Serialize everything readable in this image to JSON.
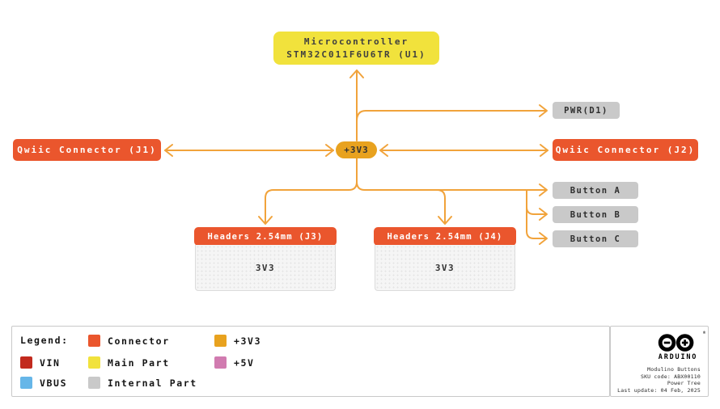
{
  "colors": {
    "wire": "#F1A33B",
    "connector": "#EA562D",
    "main_part": "#F1E23C",
    "internal_part": "#C9C9C9",
    "rail_3v3": "#E8A21F",
    "vin": "#C22A1E",
    "vbus": "#66B6E8",
    "rail_5v": "#D17BB0"
  },
  "nodes": {
    "microcontroller": {
      "line1": "Microcontroller",
      "line2": "STM32C011F6U6TR (U1)"
    },
    "rail": {
      "label": "+3V3"
    },
    "pwr": {
      "label": "PWR(D1)"
    },
    "qwiic_j1": {
      "label": "Qwiic Connector (J1)"
    },
    "qwiic_j2": {
      "label": "Qwiic Connector (J2)"
    },
    "button_a": {
      "label": "Button A"
    },
    "button_b": {
      "label": "Button B"
    },
    "button_c": {
      "label": "Button C"
    },
    "headers_j3": {
      "title": "Headers 2.54mm (J3)",
      "rail": "3V3"
    },
    "headers_j4": {
      "title": "Headers 2.54mm (J4)",
      "rail": "3V3"
    }
  },
  "legend": {
    "title": "Legend:",
    "items": [
      {
        "label": "Connector",
        "color": "#EA562D"
      },
      {
        "label": "VIN",
        "color": "#C22A1E"
      },
      {
        "label": "VBUS",
        "color": "#66B6E8"
      },
      {
        "label": "Main Part",
        "color": "#F1E23C"
      },
      {
        "label": "Internal Part",
        "color": "#C9C9C9"
      },
      {
        "label": "+3V3",
        "color": "#E8A21F"
      },
      {
        "label": "+5V",
        "color": "#D17BB0"
      }
    ]
  },
  "footer": {
    "brand": "ARDUINO",
    "registered_mark": "®",
    "lines": [
      "Modulino Buttons",
      "SKU code: ABX00110",
      "Power Tree",
      "Last update: 04 Feb, 2025"
    ]
  }
}
